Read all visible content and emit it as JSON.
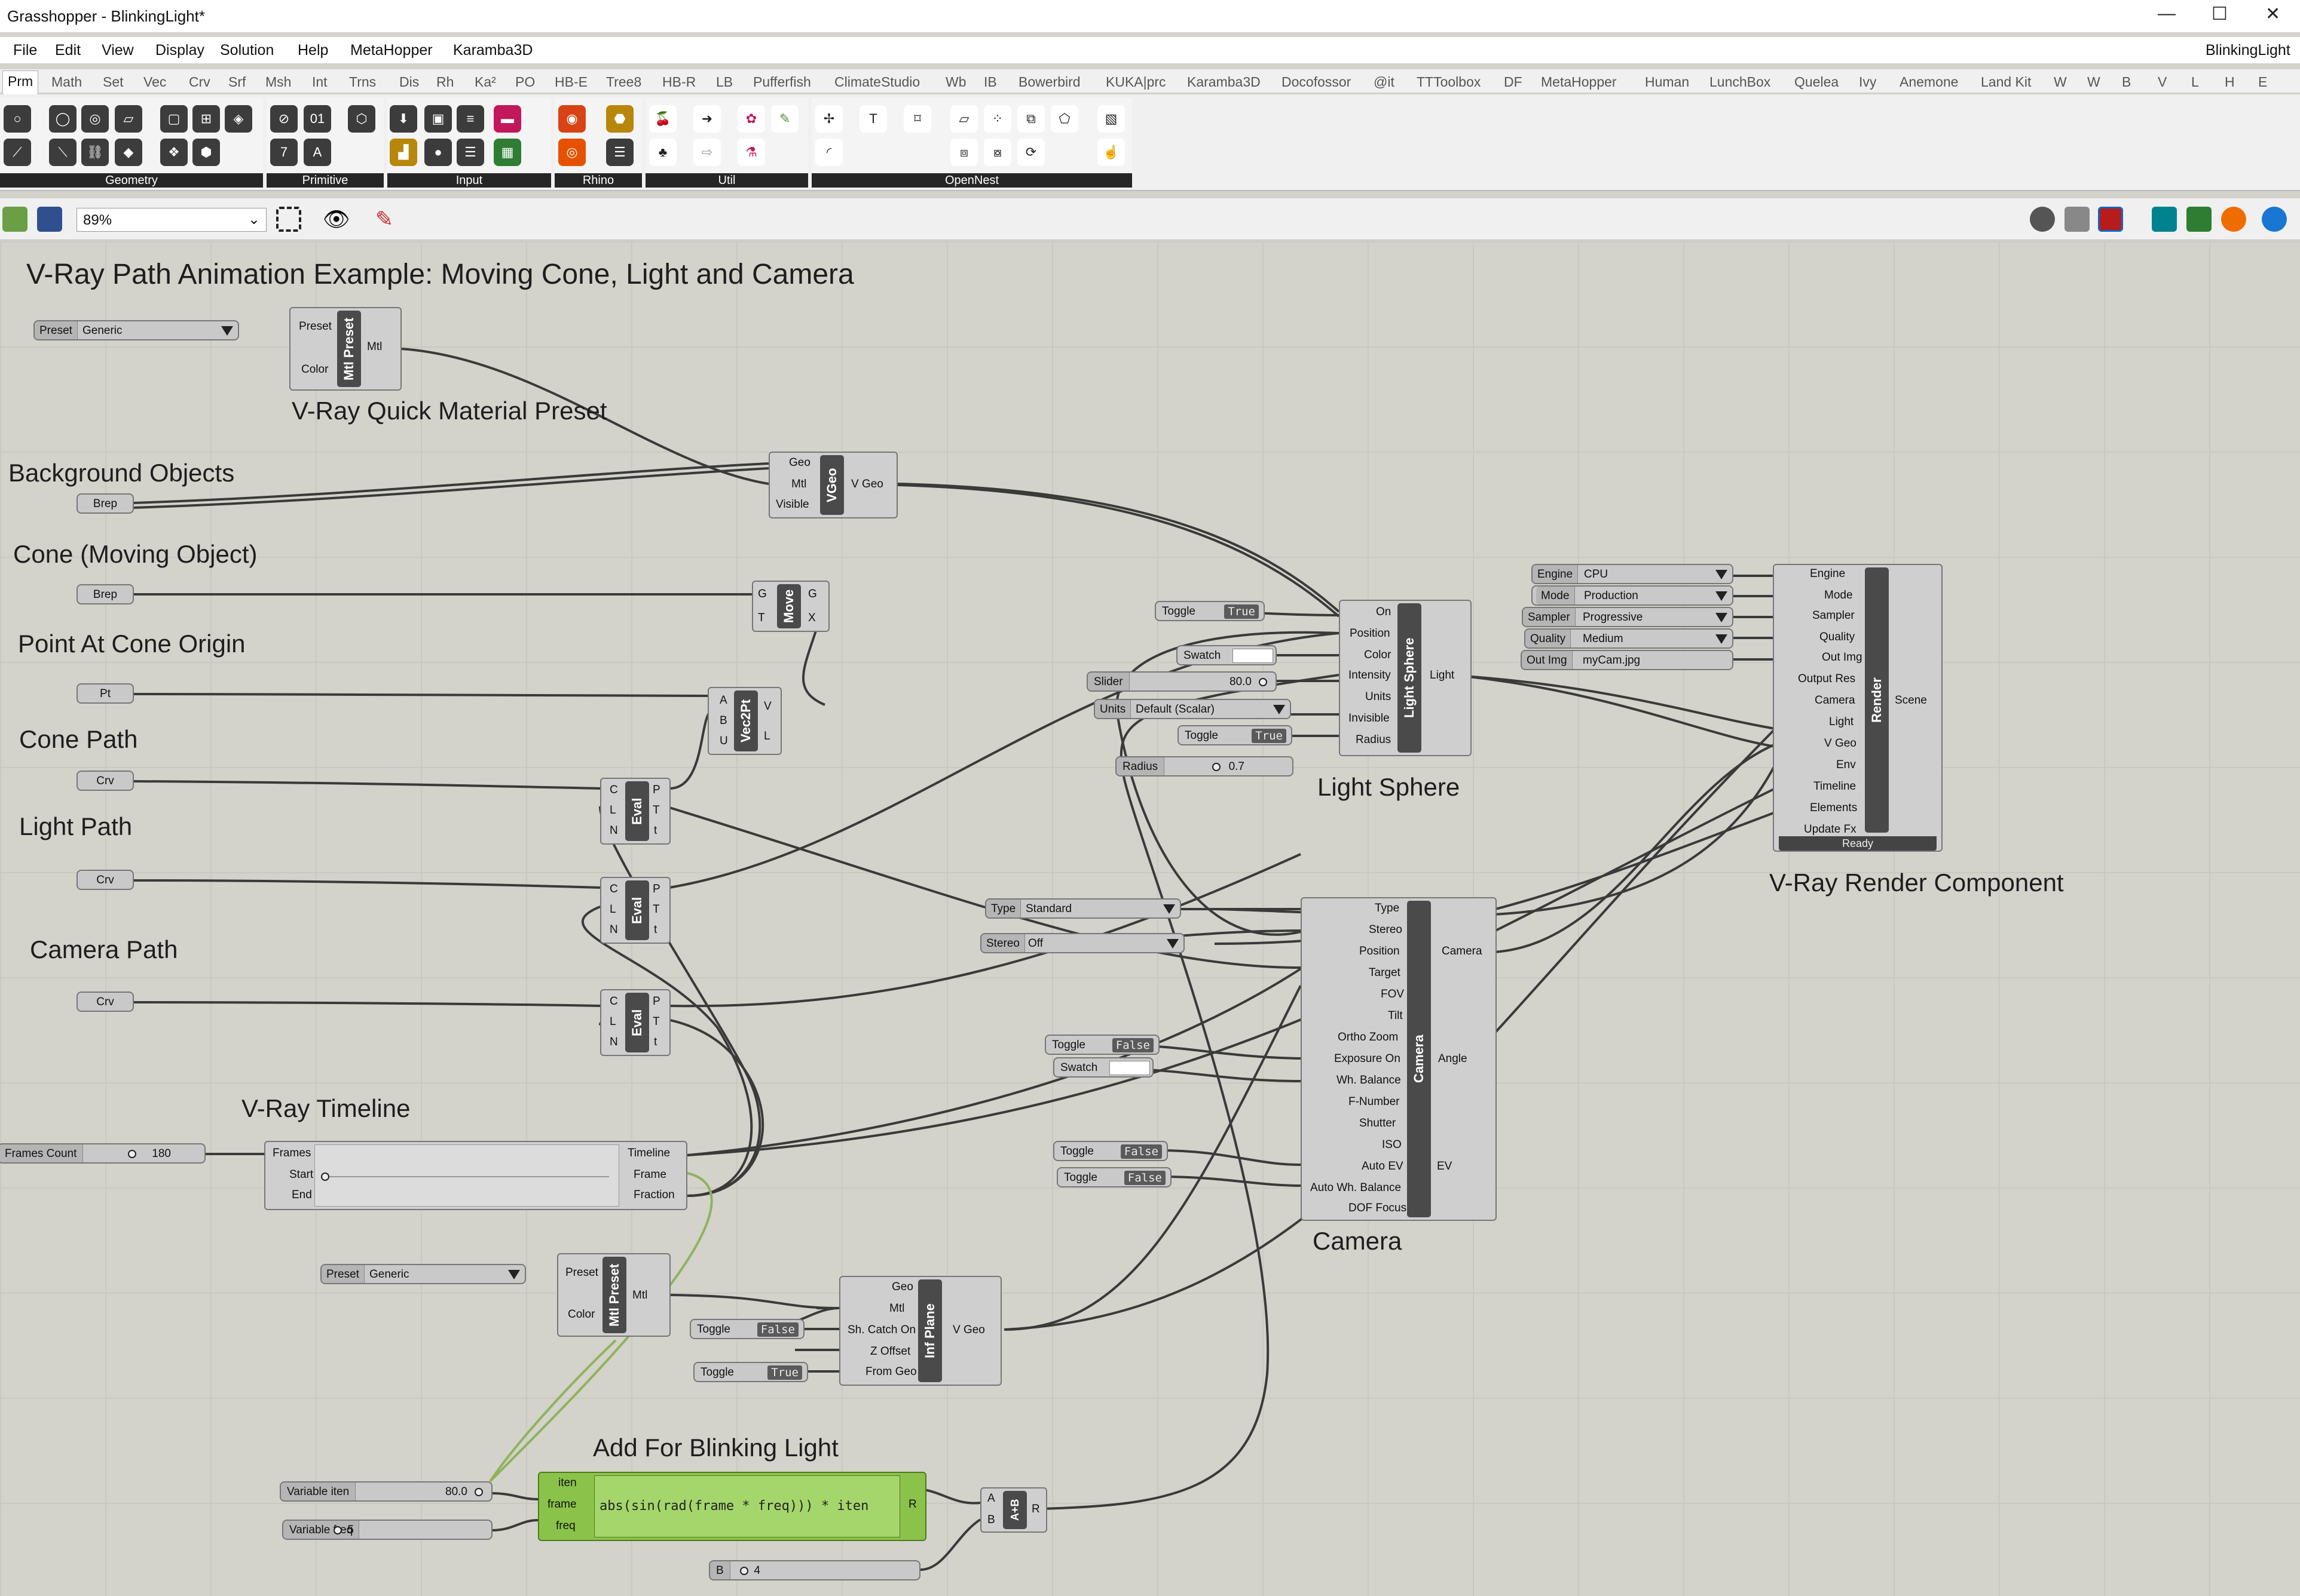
{
  "window": {
    "title": "Grasshopper - BlinkingLight*",
    "doc_name": "BlinkingLight",
    "min": "—",
    "max": "☐",
    "close": "✕"
  },
  "menu": [
    "File",
    "Edit",
    "View",
    "Display",
    "Solution",
    "Help",
    "MetaHopper",
    "Karamba3D"
  ],
  "tabs": [
    "Prm",
    "Math",
    "Set",
    "Vec",
    "Crv",
    "Srf",
    "Msh",
    "Int",
    "Trns",
    "Dis",
    "Rh",
    "Ka²",
    "PO",
    "HB-E",
    "Tree8",
    "HB-R",
    "LB",
    "Pufferfish",
    "ClimateStudio",
    "Wb",
    "IB",
    "Bowerbird",
    "KUKA|prc",
    "Karamba3D",
    "Docofossor",
    "@it",
    "TTToolbox",
    "DF",
    "MetaHopper",
    "Human",
    "LunchBox",
    "Quelea",
    "Ivy",
    "Anemone",
    "Land Kit",
    "W",
    "W",
    "B",
    "V",
    "L",
    "H",
    "E"
  ],
  "ribbon_groups": [
    "Geometry",
    "Primitive",
    "Input",
    "Rhino",
    "Util",
    "OpenNest"
  ],
  "zoom": "89%",
  "canvas": {
    "title": "V-Ray Path Animation Example: Moving Cone, Light and Camera",
    "groups": {
      "mtl_preset": "V-Ray Quick Material Preset",
      "bg": "Background Objects",
      "cone": "Cone (Moving Object)",
      "pt": "Point At Cone Origin",
      "cone_path": "Cone Path",
      "light_path": "Light Path",
      "camera_path": "Camera Path",
      "timeline": "V-Ray Timeline",
      "light_sphere": "Light Sphere",
      "render": "V-Ray Render Component",
      "camera": "Camera",
      "blink": "Add For Blinking Light"
    },
    "params": {
      "brep1": "Brep",
      "brep2": "Brep",
      "pt": "Pt",
      "crv1": "Crv",
      "crv2": "Crv",
      "crv3": "Crv"
    },
    "preset1": {
      "label": "Preset",
      "value": "Generic"
    },
    "preset2": {
      "label": "Preset",
      "value": "Generic"
    },
    "mtl1": {
      "name": "Mtl Preset",
      "in": [
        "Preset",
        "Color"
      ],
      "out": [
        "Mtl"
      ]
    },
    "mtl2": {
      "name": "Mtl Preset",
      "in": [
        "Preset",
        "Color"
      ],
      "out": [
        "Mtl"
      ]
    },
    "vgeo": {
      "name": "VGeo",
      "in": [
        "Geo",
        "Mtl",
        "Visible"
      ],
      "out": [
        "V Geo"
      ]
    },
    "move": {
      "name": "Move",
      "in": [
        "G",
        "T"
      ],
      "out": [
        "G",
        "X"
      ]
    },
    "vec2pt": {
      "name": "Vec2Pt",
      "in": [
        "A",
        "B",
        "U"
      ],
      "out": [
        "V",
        "L"
      ]
    },
    "eval1": {
      "name": "Eval",
      "in": [
        "C",
        "L",
        "N"
      ],
      "out": [
        "P",
        "T",
        "t"
      ]
    },
    "eval2": {
      "name": "Eval",
      "in": [
        "C",
        "L",
        "N"
      ],
      "out": [
        "P",
        "T",
        "t"
      ]
    },
    "eval3": {
      "name": "Eval",
      "in": [
        "C",
        "L",
        "N"
      ],
      "out": [
        "P",
        "T",
        "t"
      ]
    },
    "timeline": {
      "in": [
        "Frames",
        "Start",
        "End"
      ],
      "out": [
        "Timeline",
        "Frame",
        "Fraction"
      ],
      "frames_label": "Frames Count",
      "frames_value": "180"
    },
    "light": {
      "name": "Light Sphere",
      "in": [
        "On",
        "Position",
        "Color",
        "Intensity",
        "Units",
        "Invisible",
        "Radius"
      ],
      "out": [
        "Light"
      ],
      "toggle_on": {
        "label": "Toggle",
        "value": "True"
      },
      "swatch": "Swatch",
      "slider": {
        "label": "Slider",
        "value": "80.0"
      },
      "units": {
        "label": "Units",
        "value": "Default (Scalar)"
      },
      "toggle_inv": {
        "label": "Toggle",
        "value": "True"
      },
      "radius": {
        "label": "Radius",
        "value": "0.7"
      }
    },
    "render": {
      "name": "Render",
      "in": [
        "Engine",
        "Mode",
        "Sampler",
        "Quality",
        "Out Img",
        "Output Res",
        "Camera",
        "Light",
        "V Geo",
        "Env",
        "Timeline",
        "Elements",
        "Update Fx"
      ],
      "out": [
        "Scene"
      ],
      "status": "Ready",
      "opts": [
        {
          "label": "Engine",
          "value": "CPU"
        },
        {
          "label": "Mode",
          "value": "Production"
        },
        {
          "label": "Sampler",
          "value": "Progressive"
        },
        {
          "label": "Quality",
          "value": "Medium"
        },
        {
          "label": "Out Img",
          "value": "myCam.jpg"
        }
      ]
    },
    "camera": {
      "name": "Camera",
      "in": [
        "Type",
        "Stereo",
        "Position",
        "Target",
        "FOV",
        "Tilt",
        "Ortho Zoom",
        "Exposure On",
        "Wh. Balance",
        "F-Number",
        "Shutter",
        "ISO",
        "Auto EV",
        "Auto Wh. Balance",
        "DOF Focus"
      ],
      "out": [
        "Camera",
        "Angle",
        "EV"
      ],
      "type": {
        "label": "Type",
        "value": "Standard"
      },
      "stereo": {
        "label": "Stereo",
        "value": "Off"
      },
      "toggle1": {
        "label": "Toggle",
        "value": "False"
      },
      "swatch": "Swatch",
      "toggle2": {
        "label": "Toggle",
        "value": "False"
      },
      "toggle3": {
        "label": "Toggle",
        "value": "False"
      }
    },
    "infplane": {
      "name": "Inf Plane",
      "in": [
        "Geo",
        "Mtl",
        "Sh. Catch On",
        "Z Offset",
        "From Geo"
      ],
      "out": [
        "V Geo"
      ],
      "t1": {
        "label": "Toggle",
        "value": "False"
      },
      "t2": {
        "label": "Toggle",
        "value": "True"
      }
    },
    "expr": {
      "in": [
        "iten",
        "frame",
        "freq"
      ],
      "out": "R",
      "code": "abs(sin(rad(frame * freq))) * iten"
    },
    "var_iten": {
      "label": "Variable iten",
      "value": "80.0"
    },
    "var_freq": {
      "label": "Variable freq",
      "value": "5"
    },
    "add": {
      "name": "A+B",
      "in": [
        "A",
        "B"
      ],
      "out": "R"
    },
    "b_slider": {
      "label": "B",
      "value": "4"
    }
  },
  "colors": {
    "canvas": "#d3d2cb",
    "component": "#cfcfcf",
    "expression": "#8bc34a",
    "wire": "#3a3a3a",
    "wire_green": "#8fb35c"
  }
}
